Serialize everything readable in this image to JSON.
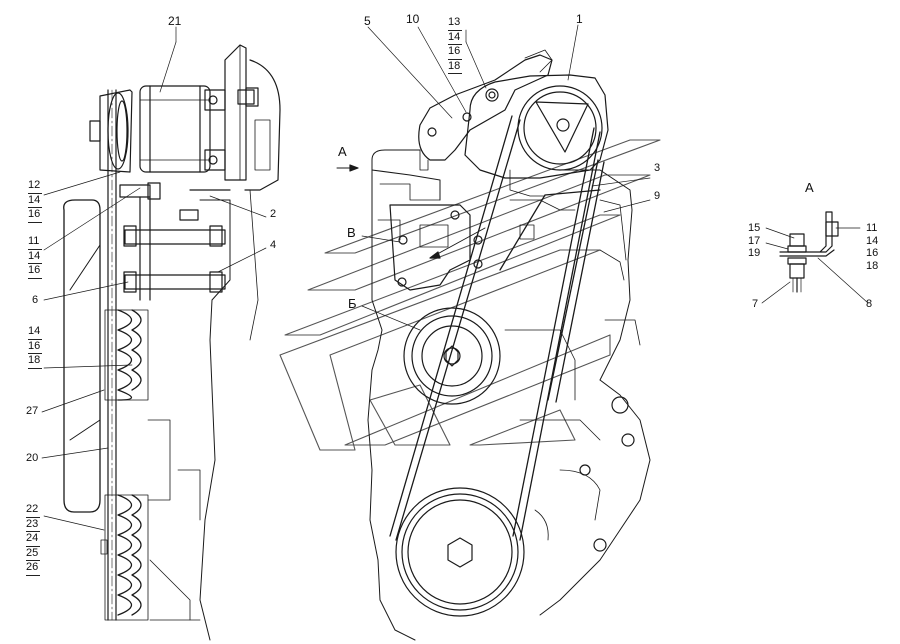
{
  "view_marks": {
    "view_a_arrow": "А",
    "view_a_title": "А",
    "mark_v": "В",
    "mark_b": "Б"
  },
  "left_labels": {
    "l21": "21",
    "g1": [
      "12",
      "14",
      "16"
    ],
    "g2": [
      "11",
      "14",
      "16"
    ],
    "l6": "6",
    "g3": [
      "14",
      "16",
      "18"
    ],
    "l27": "27",
    "l20": "20",
    "g4": [
      "22",
      "23",
      "24",
      "25",
      "26"
    ]
  },
  "center_labels": {
    "l5": "5",
    "l10": "10",
    "g_top": [
      "13",
      "14",
      "16",
      "18"
    ],
    "l1": "1",
    "l2": "2",
    "l4": "4",
    "l3": "3",
    "l9": "9"
  },
  "detail_labels": {
    "left": [
      "15",
      "17",
      "19"
    ],
    "right": [
      "11",
      "14",
      "16",
      "18"
    ],
    "l7": "7",
    "l8": "8"
  }
}
